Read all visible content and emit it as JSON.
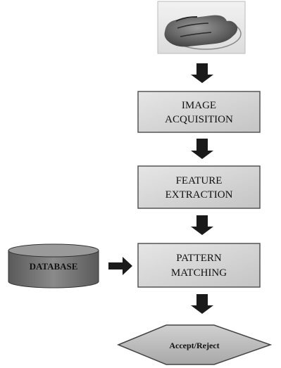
{
  "diagram": {
    "steps": {
      "image_acquisition": [
        "IMAGE",
        "ACQUISITION"
      ],
      "feature_extraction": [
        "FEATURE",
        "EXTRACTION"
      ],
      "pattern_matching": [
        "PATTERN",
        "MATCHING"
      ]
    },
    "database_label": "DATABASE",
    "decision_label": "Accept/Reject",
    "input_image": "hand-photo",
    "colors": {
      "box_fill": "#d9d9d9",
      "box_stroke": "#555555",
      "arrow": "#1a1a1a",
      "database": "#6e6e6e",
      "decision_fill": "#bfbfbf"
    }
  }
}
